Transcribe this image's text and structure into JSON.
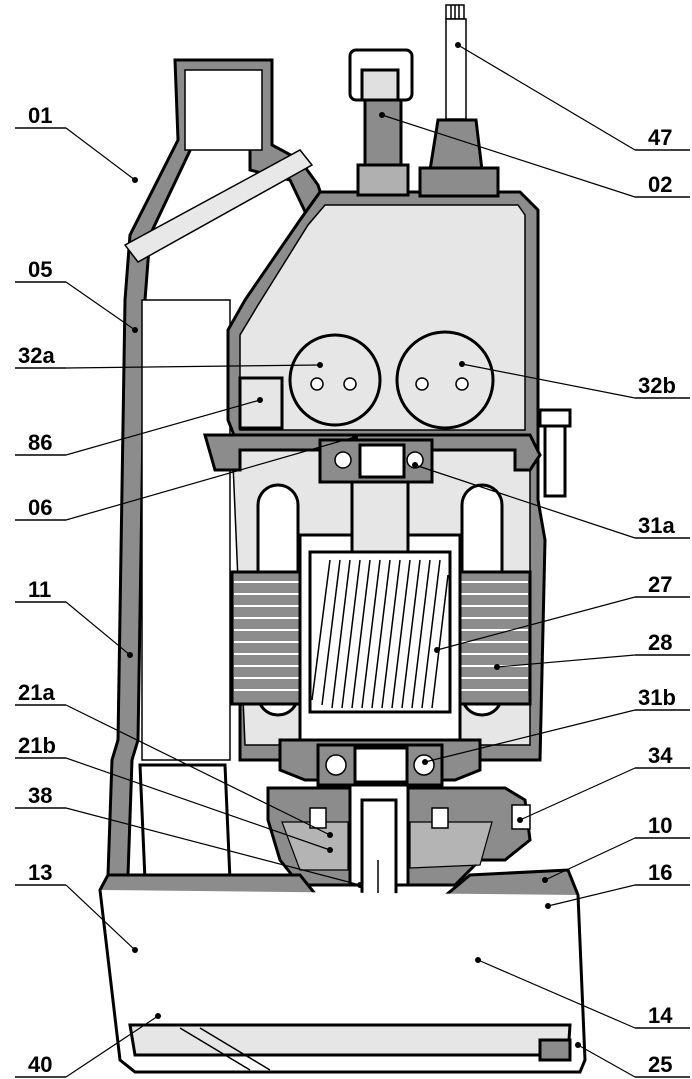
{
  "colors": {
    "line": "#000000",
    "housing_fill": "#8c8c8c",
    "interior_fill": "#e6e6e6",
    "oil_fill": "#a0a0a0",
    "background": "#ffffff"
  },
  "callouts": {
    "left": [
      "01",
      "05",
      "32a",
      "86",
      "06",
      "11",
      "21a",
      "21b",
      "38",
      "13",
      "40"
    ],
    "right": [
      "47",
      "02",
      "32b",
      "31a",
      "27",
      "28",
      "31b",
      "34",
      "10",
      "16",
      "14",
      "25"
    ]
  }
}
